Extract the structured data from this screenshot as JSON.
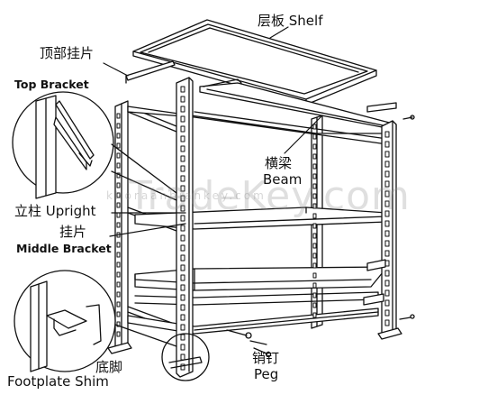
{
  "labels": {
    "shelf": "层板 Shelf",
    "top_bracket_zh": "顶部挂片",
    "top_bracket_en": "Top Bracket",
    "beam_zh": "横梁",
    "beam_en": "Beam",
    "upright": "立柱 Upright",
    "middle_bracket_zh": "挂片",
    "middle_bracket_en": "Middle Bracket",
    "footplate": "底脚",
    "footplate_en": "Footplate Shim",
    "peg_zh": "销钉",
    "peg_en": "Peg"
  },
  "watermark": {
    "big": "TradeKey.com",
    "small": "khoraanbiankey.com"
  },
  "colors": {
    "line": "#111111",
    "background": "#ffffff",
    "watermark": "#8c8c8c"
  }
}
